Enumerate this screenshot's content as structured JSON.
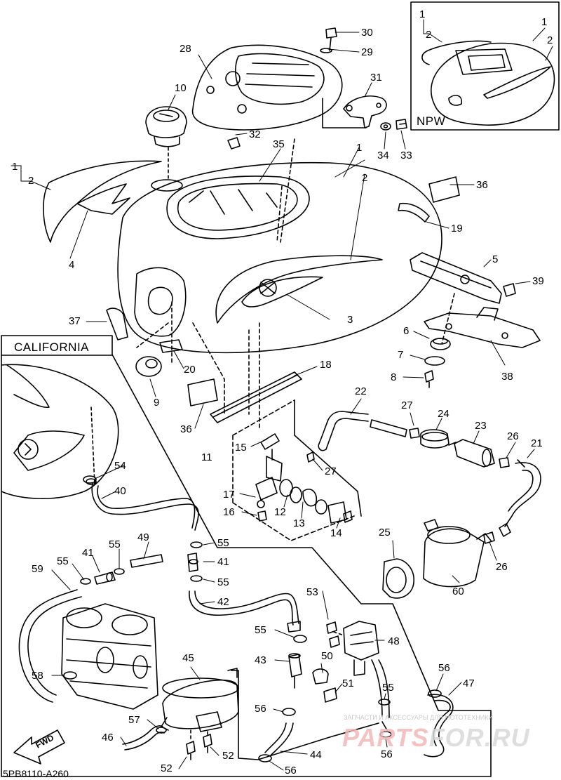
{
  "callouts": [
    "1",
    "2",
    "3",
    "4",
    "5",
    "6",
    "7",
    "8",
    "9",
    "10",
    "11",
    "12",
    "13",
    "14",
    "15",
    "16",
    "17",
    "18",
    "19",
    "20",
    "21",
    "22",
    "23",
    "24",
    "25",
    "26",
    "27",
    "28",
    "29",
    "30",
    "31",
    "32",
    "33",
    "34",
    "35",
    "36",
    "37",
    "38",
    "39",
    "40",
    "41",
    "42",
    "43",
    "44",
    "45",
    "46",
    "47",
    "48",
    "49",
    "50",
    "51",
    "52",
    "53",
    "54",
    "55",
    "56",
    "57",
    "58",
    "59",
    "60"
  ],
  "insets": {
    "california": "CALIFORNIA",
    "npw": "NPW"
  },
  "arrow_label": "FWD",
  "drawing_code": "5PB8110-A260",
  "watermark": {
    "line1": "ЗАПЧАСТИ И АКСЕССУАРЫ ДЛЯ МОТОТЕХНИКИ",
    "brand_a": "PARTS",
    "brand_b": "FOR.RU"
  }
}
